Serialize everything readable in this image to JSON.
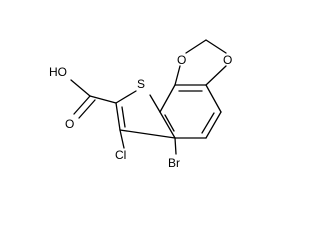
{
  "molecule": {
    "atoms": {
      "oh": "HO",
      "carbonyl_o": "O",
      "thiophene_s": "S",
      "ring_o_upper": "O",
      "ring_o_right": "O",
      "chlorine": "Cl",
      "bromine": "Br"
    },
    "colors": {
      "ink": "#000000",
      "background": "#ffffff"
    }
  }
}
